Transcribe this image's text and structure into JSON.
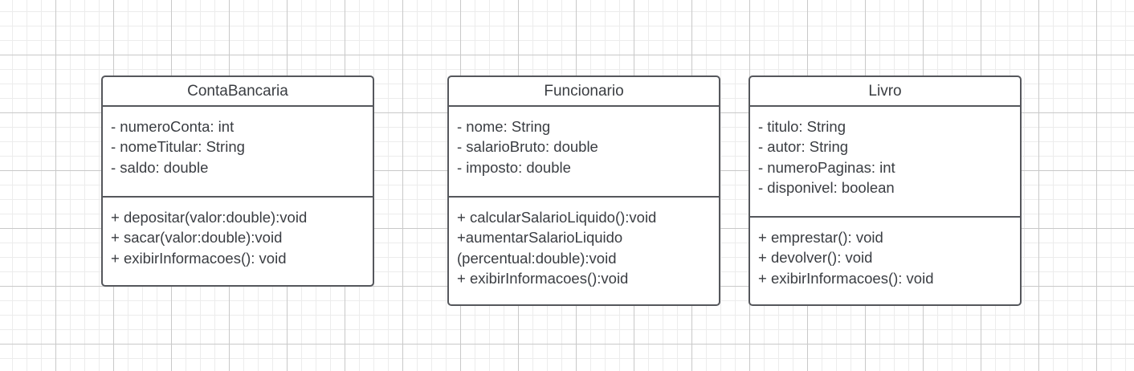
{
  "classes": [
    {
      "name": "ContaBancaria",
      "attributes": [
        "- numeroConta: int",
        "- nomeTitular: String",
        "- saldo: double"
      ],
      "methods": [
        "+ depositar(valor:double):void",
        "+ sacar(valor:double):void",
        "+ exibirInformacoes(): void"
      ]
    },
    {
      "name": "Funcionario",
      "attributes": [
        "- nome: String",
        "- salarioBruto: double",
        "- imposto: double"
      ],
      "methods": [
        "+ calcularSalarioLiquido():void",
        "+aumentarSalarioLiquido",
        "(percentual:double):void",
        "+ exibirInformacoes():void"
      ]
    },
    {
      "name": "Livro",
      "attributes": [
        "- titulo: String",
        "- autor: String",
        "- numeroPaginas: int",
        "- disponivel: boolean"
      ],
      "methods": [
        "+ emprestar(): void",
        "+ devolver(): void",
        "+ exibirInformacoes(): void"
      ]
    }
  ]
}
